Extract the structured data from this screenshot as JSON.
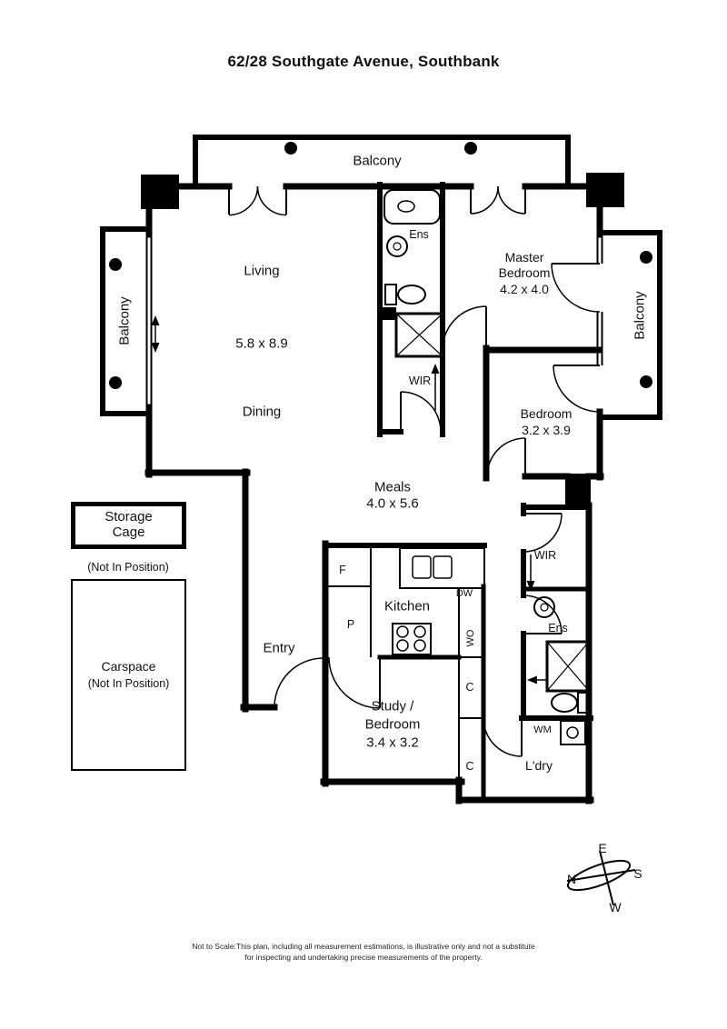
{
  "title": "62/28 Southgate Avenue, Southbank",
  "labels": {
    "balcony_top": "Balcony",
    "balcony_left": "Balcony",
    "balcony_right": "Balcony",
    "living": "Living",
    "living_dims": "5.8 x 8.9",
    "dining": "Dining",
    "ens_top": "Ens",
    "wir_top": "WIR",
    "master_l1": "Master",
    "master_l2": "Bedroom",
    "master_dims": "4.2 x 4.0",
    "bedroom": "Bedroom",
    "bedroom_dims": "3.2 x 3.9",
    "meals": "Meals",
    "meals_dims": "4.0 x 5.6",
    "wir_right": "WIR",
    "kitchen": "Kitchen",
    "ens_right": "Ens",
    "entry": "Entry",
    "study_l1": "Study /",
    "study_l2": "Bedroom",
    "study_dims": "3.4 x 3.2",
    "laundry": "L'dry",
    "fridge": "F",
    "pantry": "P",
    "dishwasher": "DW",
    "wall_oven": "WO",
    "cupboard_1": "C",
    "cupboard_2": "C",
    "washing_machine": "WM"
  },
  "storage": {
    "l1": "Storage",
    "l2": "Cage",
    "note": "(Not In Position)"
  },
  "carspace": {
    "name": "Carspace",
    "note": "(Not In Position)"
  },
  "compass": {
    "n": "N",
    "e": "E",
    "s": "S",
    "w": "W"
  },
  "disclaimer": {
    "line1": "Not to Scale:This plan, including all measurement estimations, is illustrative only and not a substitute",
    "line2": "for inspecting and undertaking precise measurements of the property."
  }
}
